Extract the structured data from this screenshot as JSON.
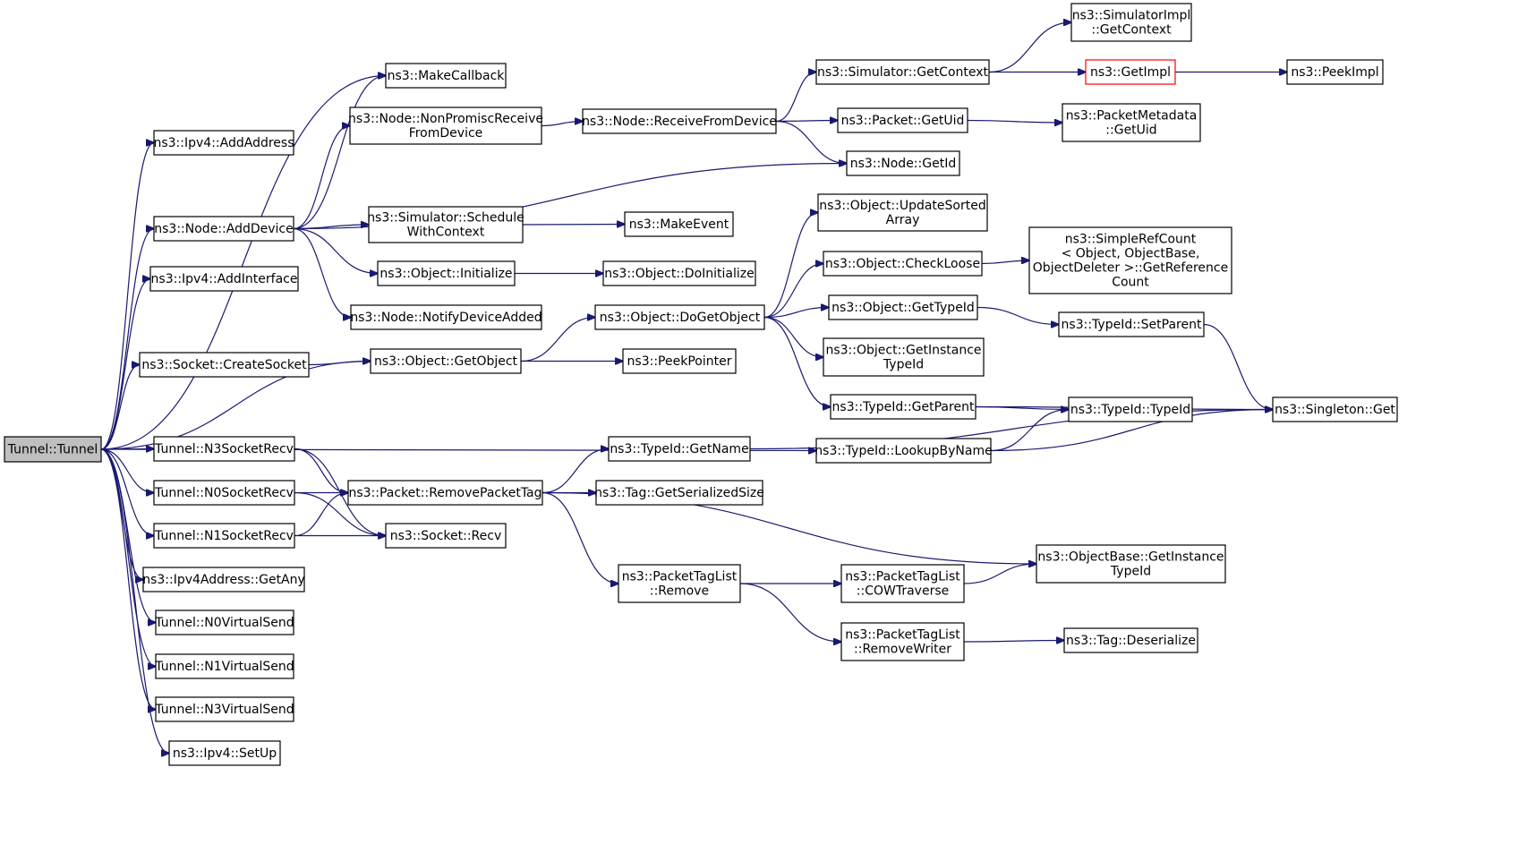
{
  "nodes": [
    {
      "id": "tunnel",
      "lines": [
        "Tunnel::Tunnel"
      ]
    },
    {
      "id": "ipv4_addaddress",
      "lines": [
        "ns3::Ipv4::AddAddress"
      ]
    },
    {
      "id": "node_adddevice",
      "lines": [
        "ns3::Node::AddDevice"
      ]
    },
    {
      "id": "ipv4_addinterface",
      "lines": [
        "ns3::Ipv4::AddInterface"
      ]
    },
    {
      "id": "socket_createsocket",
      "lines": [
        "ns3::Socket::CreateSocket"
      ]
    },
    {
      "id": "n3socketrecv",
      "lines": [
        "Tunnel::N3SocketRecv"
      ]
    },
    {
      "id": "n0socketrecv",
      "lines": [
        "Tunnel::N0SocketRecv"
      ]
    },
    {
      "id": "n1socketrecv",
      "lines": [
        "Tunnel::N1SocketRecv"
      ]
    },
    {
      "id": "ipv4address_getany",
      "lines": [
        "ns3::Ipv4Address::GetAny"
      ]
    },
    {
      "id": "n0virtualsend",
      "lines": [
        "Tunnel::N0VirtualSend"
      ]
    },
    {
      "id": "n1virtualsend",
      "lines": [
        "Tunnel::N1VirtualSend"
      ]
    },
    {
      "id": "n3virtualsend",
      "lines": [
        "Tunnel::N3VirtualSend"
      ]
    },
    {
      "id": "ipv4_setup",
      "lines": [
        "ns3::Ipv4::SetUp"
      ]
    },
    {
      "id": "makecallback",
      "lines": [
        "ns3::MakeCallback"
      ]
    },
    {
      "id": "node_nonpromisc",
      "lines": [
        "ns3::Node::NonPromiscReceive",
        "FromDevice"
      ]
    },
    {
      "id": "sim_schedulewithcontext",
      "lines": [
        "ns3::Simulator::Schedule",
        "WithContext"
      ]
    },
    {
      "id": "object_initialize",
      "lines": [
        "ns3::Object::Initialize"
      ]
    },
    {
      "id": "node_notifydeviceadded",
      "lines": [
        "ns3::Node::NotifyDeviceAdded"
      ]
    },
    {
      "id": "object_getobject",
      "lines": [
        "ns3::Object::GetObject"
      ]
    },
    {
      "id": "packet_removepackettag",
      "lines": [
        "ns3::Packet::RemovePacketTag"
      ]
    },
    {
      "id": "socket_recv",
      "lines": [
        "ns3::Socket::Recv"
      ]
    },
    {
      "id": "node_receivefromdevice",
      "lines": [
        "ns3::Node::ReceiveFromDevice"
      ]
    },
    {
      "id": "makeevent",
      "lines": [
        "ns3::MakeEvent"
      ]
    },
    {
      "id": "object_doinitialize",
      "lines": [
        "ns3::Object::DoInitialize"
      ]
    },
    {
      "id": "object_dogetobject",
      "lines": [
        "ns3::Object::DoGetObject"
      ]
    },
    {
      "id": "peekpointer",
      "lines": [
        "ns3::PeekPointer"
      ]
    },
    {
      "id": "typeid_getname",
      "lines": [
        "ns3::TypeId::GetName"
      ]
    },
    {
      "id": "tag_getserializedsize",
      "lines": [
        "ns3::Tag::GetSerializedSize"
      ]
    },
    {
      "id": "packettaglist_remove",
      "lines": [
        "ns3::PacketTagList",
        "::Remove"
      ]
    },
    {
      "id": "sim_getcontext",
      "lines": [
        "ns3::Simulator::GetContext"
      ]
    },
    {
      "id": "packet_getuid",
      "lines": [
        "ns3::Packet::GetUid"
      ]
    },
    {
      "id": "node_getid",
      "lines": [
        "ns3::Node::GetId"
      ]
    },
    {
      "id": "object_updatesortedarray",
      "lines": [
        "ns3::Object::UpdateSorted",
        "Array"
      ]
    },
    {
      "id": "object_checkloose",
      "lines": [
        "ns3::Object::CheckLoose"
      ]
    },
    {
      "id": "object_gettypeid",
      "lines": [
        "ns3::Object::GetTypeId"
      ]
    },
    {
      "id": "object_getinstancetypeid",
      "lines": [
        "ns3::Object::GetInstance",
        "TypeId"
      ]
    },
    {
      "id": "typeid_getparent",
      "lines": [
        "ns3::TypeId::GetParent"
      ]
    },
    {
      "id": "typeid_lookupbyname",
      "lines": [
        "ns3::TypeId::LookupByName"
      ]
    },
    {
      "id": "packettaglist_cowtraverse",
      "lines": [
        "ns3::PacketTagList",
        "::COWTraverse"
      ]
    },
    {
      "id": "packettaglist_removewriter",
      "lines": [
        "ns3::PacketTagList",
        "::RemoveWriter"
      ]
    },
    {
      "id": "simimpl_getcontext",
      "lines": [
        "ns3::SimulatorImpl",
        "::GetContext"
      ]
    },
    {
      "id": "getimpl",
      "lines": [
        "ns3::GetImpl"
      ]
    },
    {
      "id": "packetmetadata_getuid",
      "lines": [
        "ns3::PacketMetadata",
        "::GetUid"
      ]
    },
    {
      "id": "simplerefcount",
      "lines": [
        "ns3::SimpleRefCount",
        "< Object, ObjectBase,",
        "ObjectDeleter >::GetReference",
        "Count"
      ]
    },
    {
      "id": "typeid_setparent",
      "lines": [
        "ns3::TypeId::SetParent"
      ]
    },
    {
      "id": "typeid_typeid",
      "lines": [
        "ns3::TypeId::TypeId"
      ]
    },
    {
      "id": "objectbase_getinstancetypeid",
      "lines": [
        "ns3::ObjectBase::GetInstance",
        "TypeId"
      ]
    },
    {
      "id": "tag_deserialize",
      "lines": [
        "ns3::Tag::Deserialize"
      ]
    },
    {
      "id": "peekimpl",
      "lines": [
        "ns3::PeekImpl"
      ]
    },
    {
      "id": "singleton_get",
      "lines": [
        "ns3::Singleton::Get"
      ]
    }
  ],
  "edges": [
    [
      "tunnel",
      "ipv4_addaddress"
    ],
    [
      "tunnel",
      "node_adddevice"
    ],
    [
      "tunnel",
      "ipv4_addinterface"
    ],
    [
      "tunnel",
      "socket_createsocket"
    ],
    [
      "tunnel",
      "n3socketrecv"
    ],
    [
      "tunnel",
      "n0socketrecv"
    ],
    [
      "tunnel",
      "n1socketrecv"
    ],
    [
      "tunnel",
      "ipv4address_getany"
    ],
    [
      "tunnel",
      "n0virtualsend"
    ],
    [
      "tunnel",
      "n1virtualsend"
    ],
    [
      "tunnel",
      "n3virtualsend"
    ],
    [
      "tunnel",
      "ipv4_setup"
    ],
    [
      "tunnel",
      "makecallback"
    ],
    [
      "tunnel",
      "object_getobject"
    ],
    [
      "tunnel",
      "typeid_lookupbyname"
    ],
    [
      "node_adddevice",
      "makecallback"
    ],
    [
      "node_adddevice",
      "node_nonpromisc"
    ],
    [
      "node_adddevice",
      "node_getid"
    ],
    [
      "node_adddevice",
      "sim_schedulewithcontext"
    ],
    [
      "node_adddevice",
      "object_initialize"
    ],
    [
      "node_adddevice",
      "node_notifydeviceadded"
    ],
    [
      "socket_createsocket",
      "object_getobject"
    ],
    [
      "n3socketrecv",
      "packet_removepackettag"
    ],
    [
      "n3socketrecv",
      "socket_recv"
    ],
    [
      "n0socketrecv",
      "packet_removepackettag"
    ],
    [
      "n0socketrecv",
      "socket_recv"
    ],
    [
      "n1socketrecv",
      "packet_removepackettag"
    ],
    [
      "n1socketrecv",
      "socket_recv"
    ],
    [
      "node_nonpromisc",
      "node_receivefromdevice"
    ],
    [
      "sim_schedulewithcontext",
      "makeevent"
    ],
    [
      "object_initialize",
      "object_doinitialize"
    ],
    [
      "object_getobject",
      "object_dogetobject"
    ],
    [
      "object_getobject",
      "peekpointer"
    ],
    [
      "packet_removepackettag",
      "typeid_getname"
    ],
    [
      "packet_removepackettag",
      "tag_getserializedsize"
    ],
    [
      "packet_removepackettag",
      "packettaglist_remove"
    ],
    [
      "packet_removepackettag",
      "objectbase_getinstancetypeid"
    ],
    [
      "node_receivefromdevice",
      "sim_getcontext"
    ],
    [
      "node_receivefromdevice",
      "packet_getuid"
    ],
    [
      "node_receivefromdevice",
      "node_getid"
    ],
    [
      "object_dogetobject",
      "object_updatesortedarray"
    ],
    [
      "object_dogetobject",
      "object_checkloose"
    ],
    [
      "object_dogetobject",
      "object_gettypeid"
    ],
    [
      "object_dogetobject",
      "object_getinstancetypeid"
    ],
    [
      "object_dogetobject",
      "typeid_getparent"
    ],
    [
      "typeid_getname",
      "singleton_get"
    ],
    [
      "packettaglist_remove",
      "packettaglist_cowtraverse"
    ],
    [
      "packettaglist_remove",
      "packettaglist_removewriter"
    ],
    [
      "sim_getcontext",
      "simimpl_getcontext"
    ],
    [
      "sim_getcontext",
      "getimpl"
    ],
    [
      "packet_getuid",
      "packetmetadata_getuid"
    ],
    [
      "object_checkloose",
      "simplerefcount"
    ],
    [
      "object_gettypeid",
      "typeid_setparent"
    ],
    [
      "typeid_getparent",
      "singleton_get"
    ],
    [
      "typeid_getparent",
      "typeid_typeid"
    ],
    [
      "typeid_lookupbyname",
      "typeid_typeid"
    ],
    [
      "typeid_lookupbyname",
      "singleton_get"
    ],
    [
      "typeid_setparent",
      "singleton_get"
    ],
    [
      "packettaglist_cowtraverse",
      "objectbase_getinstancetypeid"
    ],
    [
      "packettaglist_removewriter",
      "tag_deserialize"
    ],
    [
      "getimpl",
      "peekimpl"
    ]
  ],
  "colors": {
    "edge": "#191970",
    "root_fill": "#bfbfbf",
    "highlight_border": "#ff0000"
  }
}
